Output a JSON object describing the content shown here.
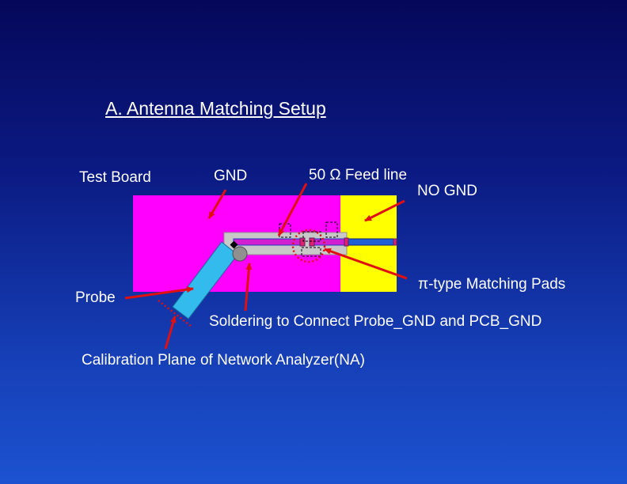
{
  "title": "A. Antenna Matching Setup",
  "labels": {
    "test_board": "Test Board",
    "gnd": "GND",
    "feed_line": "50 Ω Feed line",
    "no_gnd": "NO GND",
    "probe": "Probe",
    "matching_pads": "π-type Matching Pads",
    "soldering": "Soldering to Connect Probe_GND and PCB_GND",
    "calibration": "Calibration Plane of Network Analyzer(NA)"
  },
  "colors": {
    "gnd_region": "#ff00ff",
    "no_gnd_region": "#ffff00",
    "probe": "#33bbee",
    "feed_line": "#1f5fd6",
    "arrow": "#e01010",
    "ground_strip": "#c0c0c0"
  }
}
